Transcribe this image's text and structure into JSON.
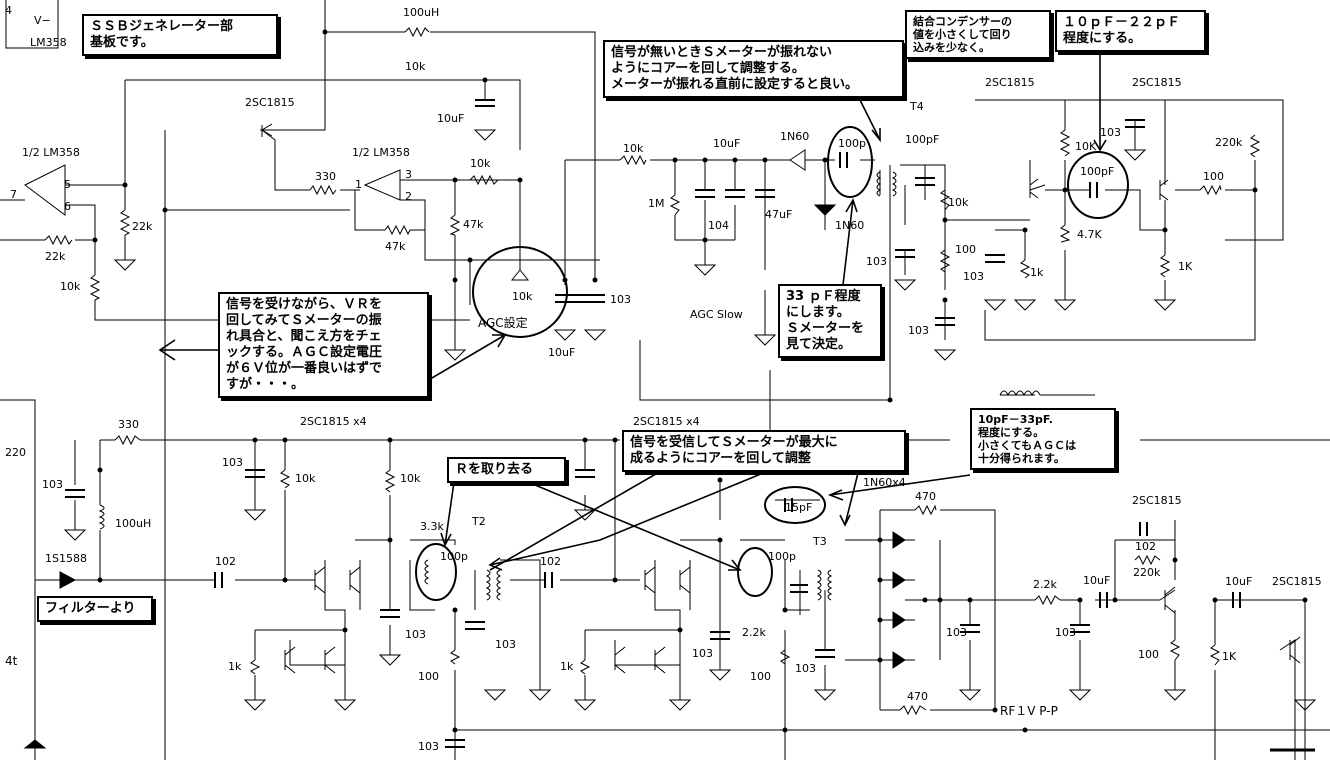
{
  "notes": {
    "ssb_board": "ＳＳＢジェネレーター部\n基板です。",
    "no_signal": "信号が無いときＳメーターが振れない\nようにコアーを回して調整する。\nメーターが振れる直前に設定すると良い。",
    "coupling_cap": "結合コンデンサーの\n値を小さくして回り\n込みを少なく。",
    "cap_10_22": "１０ｐＦ－２２ｐＦ\n程度にする。",
    "vr_adjust": "信号を受けながら、ＶＲを\n回してみてＳメーターの振\nれ具合と、聞こえ方をチェ\nックする。ＡＧＣ設定電圧\nが６Ｖ位が一番良いはずで\nすが・・・。",
    "cap_33pf": "33 ｐＦ程度\nにします。\nＳメーターを\n見て決定。",
    "cap_10_33": "10pF－33pF.\n程度にする。\n小さくてもＡＧＣは\n十分得られます。",
    "core_adjust": "信号を受信してＳメーターが最大に\n成るようにコアーを回して調整",
    "remove_r": "Ｒを取り去る",
    "from_filter": "フィルターより"
  },
  "labels": {
    "lm358_top": "LM358",
    "v_minus": "V−",
    "four": "4",
    "half_lm358_left": "1/2 LM358",
    "half_lm358_mid": "1/2 LM358",
    "tr_2sc1815_a": "2SC1815",
    "tr_2sc1815_b": "2SC1815",
    "tr_2sc1815_c": "2SC1815",
    "tr_2sc1815_d": "2SC1815",
    "tr_2sc1815_e": "2SC1815",
    "tr_x4_a": "2SC1815 x4",
    "tr_x4_b": "2SC1815 x4",
    "l_100uh_top": "100uH",
    "l_100uh_left": "100uH",
    "r_10k_a": "10k",
    "r_10k_b": "10k",
    "r_10k_c": "10k",
    "r_10k_d": "10k",
    "r_10k_e": "10k",
    "r_10k_f": "10k",
    "r_10k_g": "10k",
    "r_10k_h": "10k",
    "r_10k_i": "10K",
    "r_330_a": "330",
    "r_330_b": "330",
    "r_22k_a": "22k",
    "r_22k_b": "22k",
    "r_47k_a": "47k",
    "r_47k_b": "47k",
    "r_1m": "1M",
    "r_47K": "4.7K",
    "r_220k_a": "220k",
    "r_220k_b": "220k",
    "r_100_a": "100",
    "r_100_b": "100",
    "r_100_c": "100",
    "r_100_d": "100",
    "r_100_e": "100",
    "r_1k_a": "1k",
    "r_1k_b": "1K",
    "r_1k_c": "1k",
    "r_1k_d": "1k",
    "r_1k_e": "1K",
    "r_33k": "3.3k",
    "r_22k_c": "2.2k",
    "r_22k_d": "2.2k",
    "r_470_a": "470",
    "r_470_b": "470",
    "r_220": "220",
    "c_10uf_a": "10uF",
    "c_10uf_b": "10uF",
    "c_10uf_c": "10uF",
    "c_10uf_d": "10uF",
    "c_10uf_e": "10uF",
    "c_47uf": "47uF",
    "c_104": "104",
    "c_103_a": "103",
    "c_103_b": "103",
    "c_103_c": "103",
    "c_103_d": "103",
    "c_103_e": "103",
    "c_103_f": "103",
    "c_103_g": "103",
    "c_103_h": "103",
    "c_103_i": "103",
    "c_103_j": "103",
    "c_103_k": "103",
    "c_103_l": "103",
    "c_103_m": "103",
    "c_103_n": "103",
    "c_103_o": "103",
    "c_102_a": "102",
    "c_102_b": "102",
    "c_102_c": "102",
    "c_100p_a": "100p",
    "c_100p_b": "100p",
    "c_100p_c": "100p",
    "c_100pf_a": "100pF",
    "c_100pf_b": "100pF",
    "c_15pf": "15pF",
    "d_1n60_a": "1N60",
    "d_1n60_b": "1N60",
    "d_1n60_c": "1N60x4",
    "d_1s1588": "1S1588",
    "t2": "T2",
    "t3": "T3",
    "t4": "T4",
    "agc_set": "AGC設定",
    "agc_slow": "AGC Slow",
    "rf_level": "RF１V P-P",
    "four_t": "4t",
    "pin7": "7",
    "pin5": "5",
    "pin6": "6",
    "pin1": "1",
    "pin2": "2",
    "pin3": "3"
  }
}
